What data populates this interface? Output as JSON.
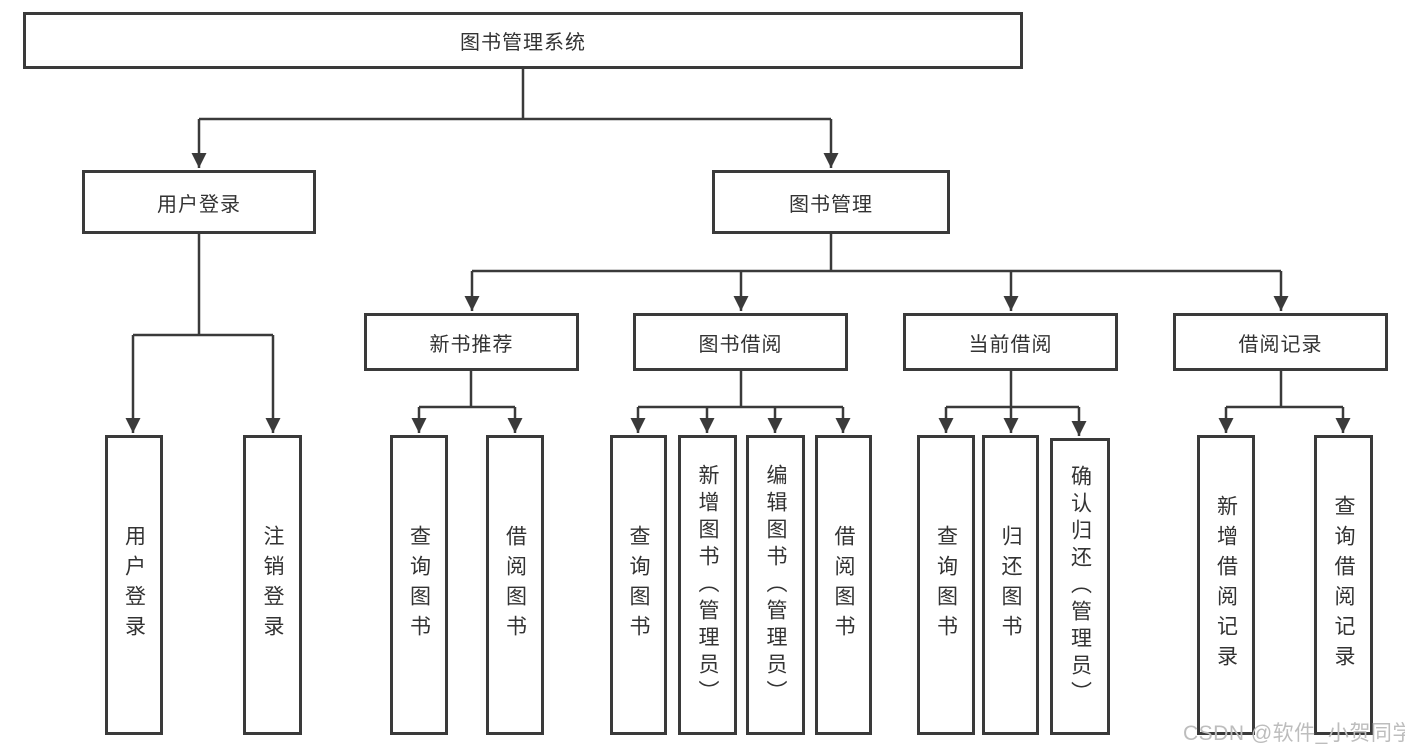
{
  "diagram": {
    "type": "hierarchy-tree",
    "title": "图书管理系统",
    "colors": {
      "line": "#3a3a3a",
      "box_border": "#3a3a3a",
      "text": "#333333",
      "background": "#ffffff",
      "watermark_text_color": "#bdbdbd"
    },
    "tree": {
      "label": "图书管理系统",
      "children": [
        {
          "label": "用户登录",
          "children": [
            {
              "label": "用户登录"
            },
            {
              "label": "注销登录"
            }
          ]
        },
        {
          "label": "图书管理",
          "children": [
            {
              "label": "新书推荐",
              "children": [
                {
                  "label": "查询图书"
                },
                {
                  "label": "借阅图书"
                }
              ]
            },
            {
              "label": "图书借阅",
              "children": [
                {
                  "label": "查询图书"
                },
                {
                  "label": "新增图书（管理员）"
                },
                {
                  "label": "编辑图书（管理员）"
                },
                {
                  "label": "借阅图书"
                }
              ]
            },
            {
              "label": "当前借阅",
              "children": [
                {
                  "label": "查询图书"
                },
                {
                  "label": "归还图书"
                },
                {
                  "label": "确认归还（管理员）"
                }
              ]
            },
            {
              "label": "借阅记录",
              "children": [
                {
                  "label": "新增借阅记录"
                },
                {
                  "label": "查询借阅记录"
                }
              ]
            }
          ]
        }
      ]
    },
    "watermark": "CSDN @软件_小贺同学"
  }
}
